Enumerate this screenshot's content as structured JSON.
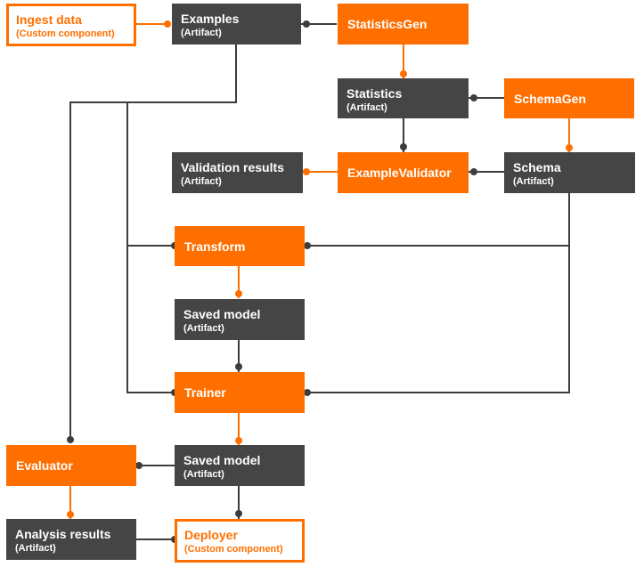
{
  "colors": {
    "artifact": "#454545",
    "component": "#ff6f00",
    "custom_border": "#ff6f00",
    "connector_dark": "#3d3d3d",
    "connector_orange": "#ff6f00"
  },
  "nodes": {
    "ingest": {
      "title": "Ingest data",
      "subtitle": "(Custom component)"
    },
    "examples": {
      "title": "Examples",
      "subtitle": "(Artifact)"
    },
    "statisticsgen": {
      "title": "StatisticsGen"
    },
    "statistics": {
      "title": "Statistics",
      "subtitle": "(Artifact)"
    },
    "schemagen": {
      "title": "SchemaGen"
    },
    "validation": {
      "title": "Validation results",
      "subtitle": "(Artifact)"
    },
    "examplevalidator": {
      "title": "ExampleValidator"
    },
    "schema": {
      "title": "Schema",
      "subtitle": "(Artifact)"
    },
    "transform": {
      "title": "Transform"
    },
    "saved_model_1": {
      "title": "Saved model",
      "subtitle": "(Artifact)"
    },
    "trainer": {
      "title": "Trainer"
    },
    "evaluator": {
      "title": "Evaluator"
    },
    "saved_model_2": {
      "title": "Saved model",
      "subtitle": "(Artifact)"
    },
    "analysis": {
      "title": "Analysis results",
      "subtitle": "(Artifact)"
    },
    "deployer": {
      "title": "Deployer",
      "subtitle": "(Custom component)"
    }
  }
}
